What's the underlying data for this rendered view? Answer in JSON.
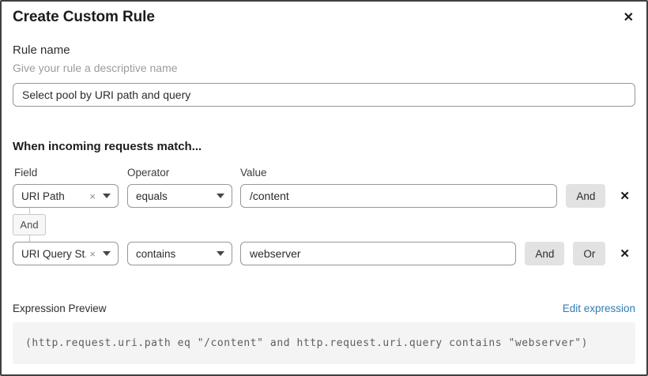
{
  "modal": {
    "title": "Create Custom Rule",
    "close_icon": "✕"
  },
  "rule_name": {
    "label": "Rule name",
    "helper": "Give your rule a descriptive name",
    "value": "Select pool by URI path and query"
  },
  "matcher": {
    "heading": "When incoming requests match...",
    "columns": {
      "field": "Field",
      "operator": "Operator",
      "value": "Value"
    },
    "rows": [
      {
        "field": "URI Path",
        "operator": "equals",
        "value": "/content",
        "and_label": "And"
      },
      {
        "field": "URI Query St...",
        "operator": "contains",
        "value": "webserver",
        "and_label": "And",
        "or_label": "Or"
      }
    ],
    "connector_label": "And",
    "clear_icon": "×",
    "remove_icon": "✕"
  },
  "expression": {
    "label": "Expression Preview",
    "edit_link": "Edit expression",
    "code": "(http.request.uri.path eq \"/content\" and http.request.uri.query contains \"webserver\")"
  },
  "colors": {
    "link_blue": "#2e7cb5",
    "button_gray": "#e2e2e2",
    "border_gray": "#979797",
    "code_bg": "#f4f4f4"
  }
}
